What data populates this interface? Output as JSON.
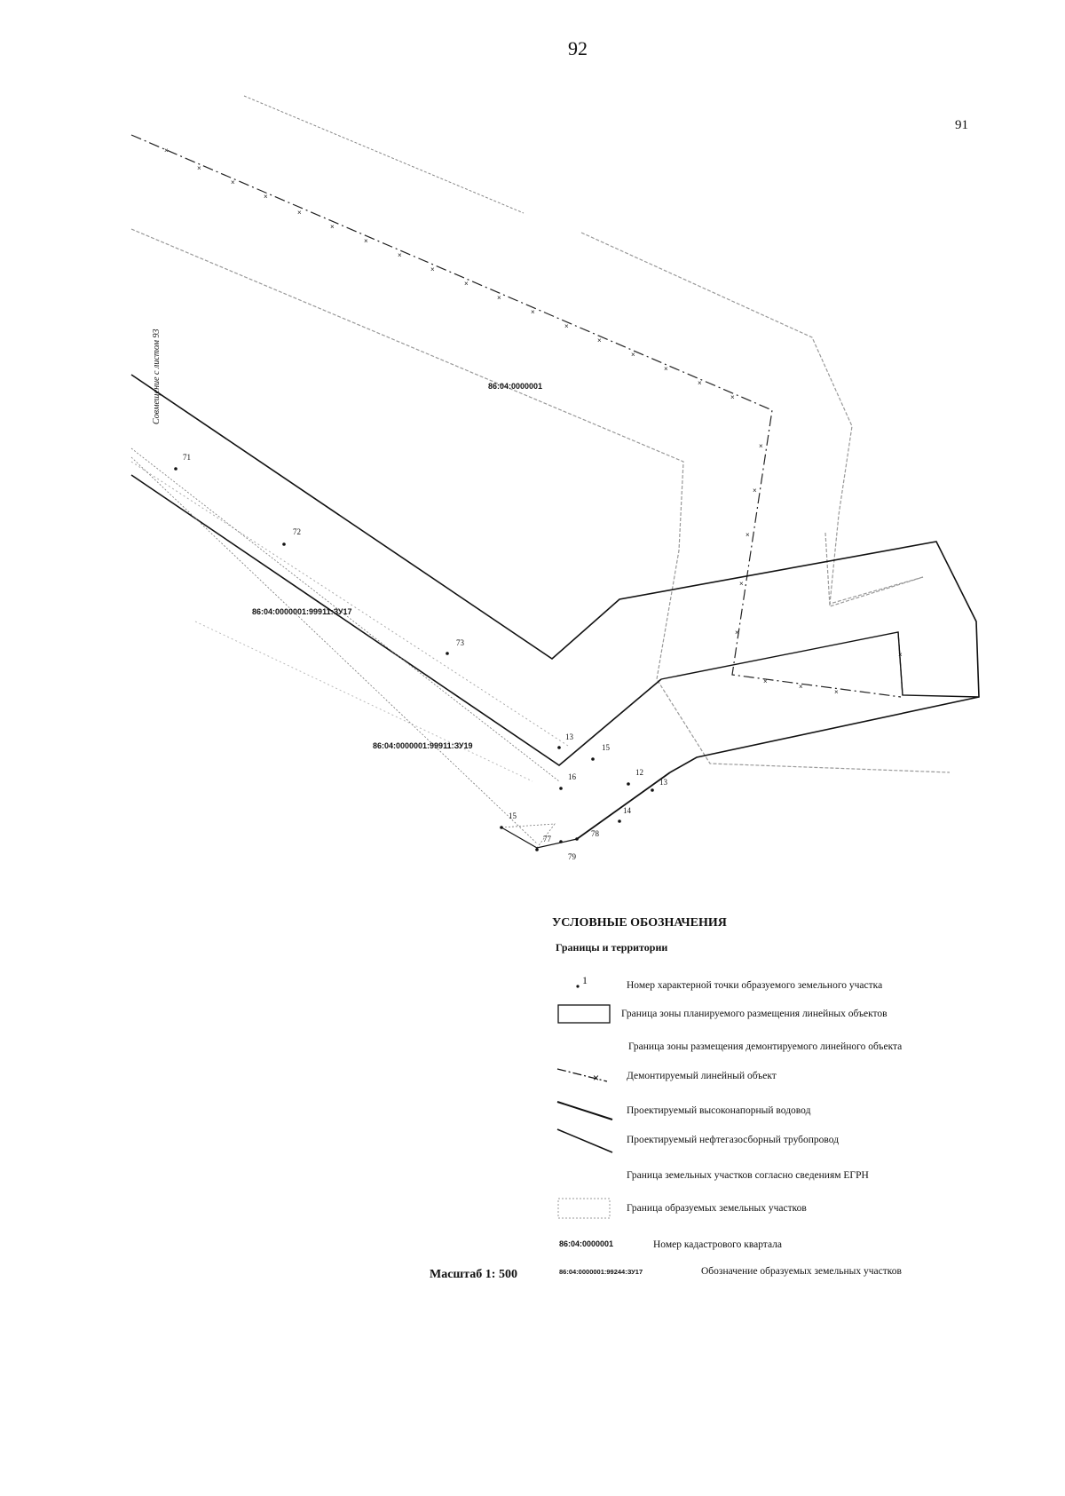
{
  "page": {
    "number": "92",
    "sheet_ref": "91",
    "margin_note": "Совмещение с листом 93"
  },
  "map": {
    "quarter": "86:04:0000001",
    "parcels": [
      {
        "id": "parcel-1",
        "label": "86:04:0000001:99911:ЗУ17"
      },
      {
        "id": "parcel-2",
        "label": "86:04:0000001:99911:ЗУ19"
      }
    ],
    "points": [
      {
        "id": "71",
        "label": "71"
      },
      {
        "id": "72",
        "label": "72"
      },
      {
        "id": "73",
        "label": "73"
      },
      {
        "id": "13a",
        "label": "13"
      },
      {
        "id": "15a",
        "label": "15"
      },
      {
        "id": "16",
        "label": "16"
      },
      {
        "id": "12",
        "label": "12"
      },
      {
        "id": "13b",
        "label": "13"
      },
      {
        "id": "14",
        "label": "14"
      },
      {
        "id": "15b",
        "label": "15"
      },
      {
        "id": "77",
        "label": "77"
      },
      {
        "id": "78",
        "label": "78"
      },
      {
        "id": "79",
        "label": "79"
      }
    ]
  },
  "legend": {
    "title": "УСЛОВНЫЕ ОБОЗНАЧЕНИЯ",
    "subtitle": "Границы и территории",
    "point_symbol": "1",
    "items": [
      {
        "id": "point",
        "text": "Номер характерной точки образуемого земельного участка"
      },
      {
        "id": "zone-planned",
        "text": "Граница зоны планируемого размещения линейных объектов"
      },
      {
        "id": "zone-demolish",
        "text": "Граница зоны размещения демонтируемого линейного объекта"
      },
      {
        "id": "demolish-object",
        "text": "Демонтируемый линейный объект"
      },
      {
        "id": "water-pipe",
        "text": "Проектируемый высоконапорный водовод"
      },
      {
        "id": "oil-pipe",
        "text": "Проектируемый нефтегазосборный трубопровод"
      },
      {
        "id": "egrn",
        "text": "Граница земельных участков согласно сведениям ЕГРН"
      },
      {
        "id": "new-parcels",
        "text": "Граница образуемых земельных участков"
      }
    ],
    "quarter_code": "86:04:0000001",
    "quarter_text": "Номер кадастрового квартала",
    "parcel_code": "86:04:0000001:99244:ЗУ17",
    "parcel_text": "Обозначение образуемых земельных участков"
  },
  "scale": "Масштаб 1: 500"
}
